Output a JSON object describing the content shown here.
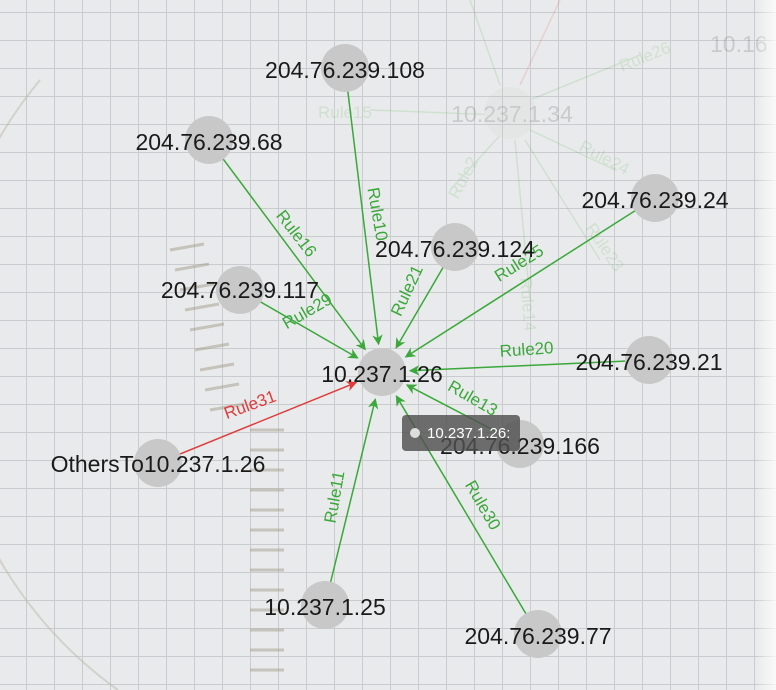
{
  "colors": {
    "ok_edge": "#3aa83a",
    "alert_edge": "#e03a3a",
    "node_fill": "#c8c8c8",
    "tooltip_bg": "#505050"
  },
  "graph": {
    "center": "10.237.1.26",
    "nodes": [
      {
        "id": "center",
        "label": "10.237.1.26"
      },
      {
        "id": "n108",
        "label": "204.76.239.108"
      },
      {
        "id": "n68",
        "label": "204.76.239.68"
      },
      {
        "id": "n24",
        "label": "204.76.239.24"
      },
      {
        "id": "n124",
        "label": "204.76.239.124"
      },
      {
        "id": "n117",
        "label": "204.76.239.117"
      },
      {
        "id": "n21",
        "label": "204.76.239.21"
      },
      {
        "id": "n166",
        "label": "204.76.239.166"
      },
      {
        "id": "others",
        "label": "OthersTo10.237.1.26"
      },
      {
        "id": "n125",
        "label": "10.237.1.25"
      },
      {
        "id": "n77",
        "label": "204.76.239.77"
      }
    ],
    "edges": [
      {
        "from": "n108",
        "label": "Rule10",
        "status": "ok"
      },
      {
        "from": "n68",
        "label": "Rule16",
        "status": "ok"
      },
      {
        "from": "n124",
        "label": "Rule21",
        "status": "ok"
      },
      {
        "from": "n24",
        "label": "Rule25",
        "status": "ok"
      },
      {
        "from": "n117",
        "label": "Rule29",
        "status": "ok"
      },
      {
        "from": "n21",
        "label": "Rule20",
        "status": "ok"
      },
      {
        "from": "n166",
        "label": "Rule13",
        "status": "ok"
      },
      {
        "from": "others",
        "label": "Rule31",
        "status": "alert"
      },
      {
        "from": "n125",
        "label": "Rule11",
        "status": "ok"
      },
      {
        "from": "n77",
        "label": "Rule30",
        "status": "ok"
      }
    ],
    "background": {
      "node_label": "10.237.1.34",
      "partial_node_label": "10.16",
      "edge_labels": [
        "Rule15",
        "Rule2",
        "Rule26",
        "Rule24",
        "Rule23",
        "Rule14"
      ]
    }
  },
  "tooltip": {
    "text": "10.237.1.26:"
  }
}
